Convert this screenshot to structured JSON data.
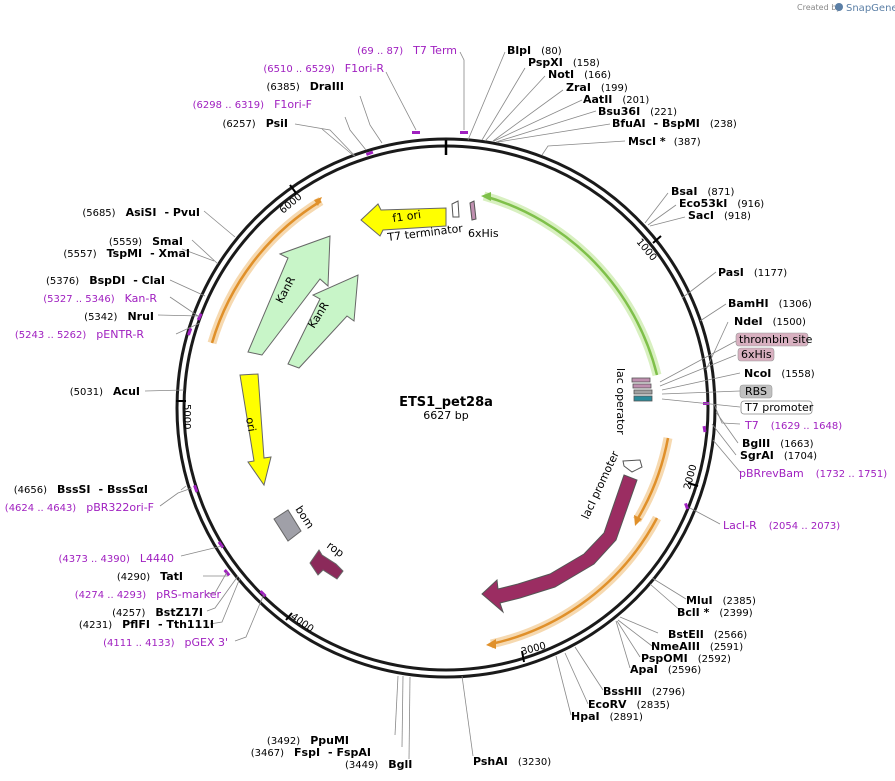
{
  "credit": {
    "created_by": "Created by",
    "brand": "SnapGene"
  },
  "plasmid": {
    "name": "ETS1_pet28a",
    "size": "6627 bp"
  },
  "ticks": [
    "1000",
    "2000",
    "3000",
    "4000",
    "5000",
    "6000"
  ],
  "features": {
    "f1_ori": "f1 ori",
    "t7_terminator": "T7 terminator",
    "his6_top": "6xHis",
    "kanr_outer": "KanR",
    "kanr_inner": "KanR",
    "ori": "ori",
    "bom": "bom",
    "rop": "rop",
    "laci_promoter": "lacI promoter",
    "laci": "lacI",
    "lac_operator": "lac operator",
    "thrombin_site": "thrombin site",
    "his6_box": "6xHis",
    "rbs": "RBS",
    "t7_promoter": "T7 promoter"
  },
  "sites_right": {
    "blpi": {
      "name": "BlpI",
      "pos": "(80)"
    },
    "pspxi": {
      "name": "PspXI",
      "pos": "(158)"
    },
    "noti": {
      "name": "NotI",
      "pos": "(166)"
    },
    "zrai": {
      "name": "ZraI",
      "pos": "(199)"
    },
    "aatii": {
      "name": "AatII",
      "pos": "(201)"
    },
    "bsu36i": {
      "name": "Bsu36I",
      "pos": "(221)"
    },
    "bfuai": {
      "name": "BfuAI",
      "name2": "BspMI",
      "pos": "(238)"
    },
    "msci": {
      "name": "MscI *",
      "pos": "(387)"
    },
    "bsai": {
      "name": "BsaI",
      "pos": "(871)"
    },
    "eco53ki": {
      "name": "Eco53kI",
      "pos": "(916)"
    },
    "saci": {
      "name": "SacI",
      "pos": "(918)"
    },
    "pasi": {
      "name": "PasI",
      "pos": "(1177)"
    },
    "bamhi": {
      "name": "BamHI",
      "pos": "(1306)"
    },
    "ndei": {
      "name": "NdeI",
      "pos": "(1500)"
    },
    "ncoi": {
      "name": "NcoI",
      "pos": "(1558)"
    },
    "t7_primer": {
      "name": "T7",
      "pos": "(1629 .. 1648)"
    },
    "bglii": {
      "name": "BglII",
      "pos": "(1663)"
    },
    "sgrai": {
      "name": "SgrAI",
      "pos": "(1704)"
    },
    "pbrrevbam": {
      "name": "pBRrevBam",
      "pos": "(1732 .. 1751)"
    },
    "laci_r": {
      "name": "LacI-R",
      "pos": "(2054 .. 2073)"
    },
    "mlui": {
      "name": "MluI",
      "pos": "(2385)"
    },
    "bcli": {
      "name": "BclI *",
      "pos": "(2399)"
    },
    "bstei": {
      "name": "BstEII",
      "pos": "(2566)"
    },
    "nmeaiii": {
      "name": "NmeAIII",
      "pos": "(2591)"
    },
    "pspomi": {
      "name": "PspOMI",
      "pos": "(2592)"
    },
    "apai": {
      "name": "ApaI",
      "pos": "(2596)"
    },
    "bsshii": {
      "name": "BssHII",
      "pos": "(2796)"
    },
    "ecorv": {
      "name": "EcoRV",
      "pos": "(2835)"
    },
    "hpai": {
      "name": "HpaI",
      "pos": "(2891)"
    },
    "pshai": {
      "name": "PshAI",
      "pos": "(3230)"
    },
    "bgli": {
      "name": "BglI",
      "pos": "(3449)"
    }
  },
  "sites_left": {
    "t7term": {
      "name": "T7 Term",
      "pos": "(69 .. 87)"
    },
    "f1ori_r": {
      "name": "F1ori-R",
      "pos": "(6510 .. 6529)"
    },
    "draiii": {
      "name": "DraIII",
      "pos": "(6385)"
    },
    "f1ori_f": {
      "name": "F1ori-F",
      "pos": "(6298 .. 6319)"
    },
    "psii": {
      "name": "PsiI",
      "pos": "(6257)"
    },
    "asisi": {
      "name": "AsiSI",
      "name2": "PvuI",
      "pos": "(5685)"
    },
    "smai": {
      "name": "SmaI",
      "pos": "(5559)"
    },
    "tspmi": {
      "name": "TspMI",
      "name2": "XmaI",
      "pos": "(5557)"
    },
    "bspdi": {
      "name": "BspDI",
      "name2": "ClaI",
      "pos": "(5376)"
    },
    "kan_r": {
      "name": "Kan-R",
      "pos": "(5327 .. 5346)"
    },
    "Arui": {
      "name": "NruI",
      "pos": "(5342)"
    },
    "pentr_r": {
      "name": "pENTR-R",
      "pos": "(5243 .. 5262)"
    },
    "acui": {
      "name": "AcuI",
      "pos": "(5031)"
    },
    "bssi": {
      "name": "BssSI",
      "name2": "BssSαI",
      "pos": "(4656)"
    },
    "pbr322": {
      "name": "pBR322ori-F",
      "pos": "(4624 .. 4643)"
    },
    "l4440": {
      "name": "L4440",
      "pos": "(4373 .. 4390)"
    },
    "tati": {
      "name": "TatI",
      "pos": "(4290)"
    },
    "prs": {
      "name": "pRS-marker",
      "pos": "(4274 .. 4293)"
    },
    "bstz17i": {
      "name": "BstZ17I",
      "pos": "(4257)"
    },
    "pflfi": {
      "name": "PflFI",
      "name2": "Tth111I",
      "pos": "(4231)"
    },
    "pgex": {
      "name": "pGEX 3'",
      "pos": "(4111 .. 4133)"
    },
    "ppumi": {
      "name": "PpuMI",
      "pos": "(3492)"
    },
    "fspi": {
      "name": "FspI",
      "name2": "FspAI",
      "pos": "(3467)"
    }
  },
  "colors": {
    "backbone": "#1a1a1a",
    "primer": "#a020c0",
    "f1_ori": "#ffff00",
    "kanr": "#c8f5c8",
    "ori": "#ffff00",
    "bom": "#a0a0a8",
    "rop": "#8b2a5a",
    "laci": "#9b2d62",
    "orf_orange": "#e0902a",
    "orf_green": "#7fc04a",
    "thrombin": "#d8b0c0",
    "his6": "#d8b0c0",
    "rbs": "#c0c0c0"
  }
}
